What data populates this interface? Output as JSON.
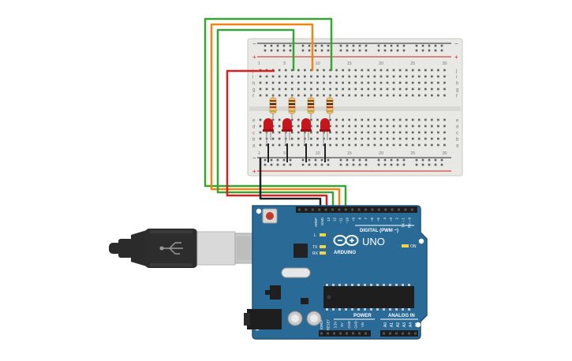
{
  "breadboard": {
    "rail_minus": "−",
    "rail_plus": "+",
    "row_labels_top": [
      "j",
      "i",
      "h",
      "g",
      "f"
    ],
    "row_labels_bottom": [
      "e",
      "d",
      "c",
      "b",
      "a"
    ],
    "column_numbers": [
      "1",
      "",
      "",
      "",
      "5",
      "",
      "",
      "",
      "",
      "10",
      "",
      "",
      "",
      "",
      "15",
      "",
      "",
      "",
      "",
      "20",
      "",
      "",
      "",
      "",
      "25",
      "",
      "",
      "",
      "",
      "30"
    ],
    "led_count": 4,
    "resistor_count": 4
  },
  "arduino": {
    "brand": "ARDUINO",
    "model": "UNO",
    "digital_label": "DIGITAL (PWM ~)",
    "power_label": "POWER",
    "analog_label": "ANALOG IN",
    "on_label": "ON",
    "l_label": "L",
    "tx_label": "TX",
    "rx_label": "RX",
    "top_pin_labels": [
      "AREF",
      "GND",
      "13",
      "12",
      "~11",
      "~10",
      "~9",
      "8",
      "7",
      "~6",
      "~5",
      "4",
      "~3",
      "2",
      "TX→1",
      "RX←0"
    ],
    "power_pin_labels": [
      "IOREF",
      "RESET",
      "3.3V",
      "5V",
      "GND",
      "GND",
      "Vin"
    ],
    "analog_pin_labels": [
      "A0",
      "A1",
      "A2",
      "A3",
      "A4",
      "A5"
    ]
  },
  "colors": {
    "board": "#2a6a96",
    "breadboard": "#e8e8e4",
    "led": "#c4161c",
    "wire_green": "#3aa335",
    "wire_orange": "#f0850f",
    "wire_red": "#d42020",
    "wire_black": "#222222",
    "rail_red": "#d02020"
  },
  "icons": {
    "usb_cable": "usb-b-plug-icon",
    "reset_button": "reset-button-icon",
    "power_jack": "dc-jack-icon"
  }
}
